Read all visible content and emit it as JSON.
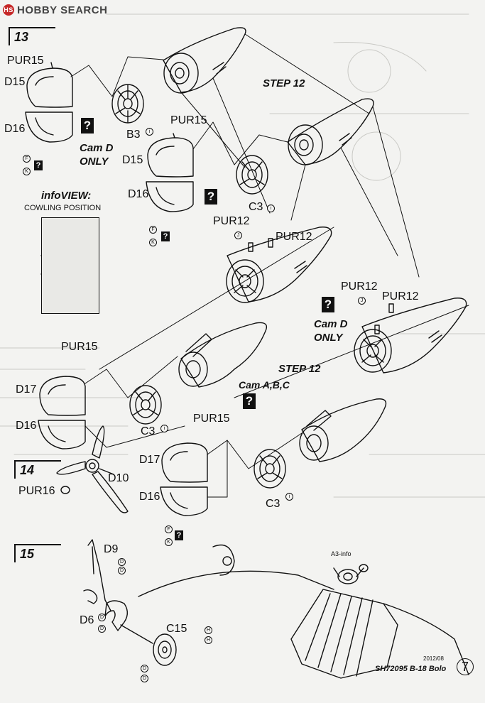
{
  "header": {
    "logo_text": "HOBBY SEARCH",
    "logo_mark": "HS"
  },
  "steps": [
    {
      "number": "13"
    },
    {
      "number": "14"
    },
    {
      "number": "15"
    }
  ],
  "step_refs": {
    "step12_upper": "STEP 12",
    "step12_lower": "STEP 12"
  },
  "notes": {
    "cam_d_only_1": "Cam D\nONLY",
    "cam_d_only_2": "Cam D\nONLY",
    "cam_abc": "Cam A,B,C",
    "info_view_title": "infoVIEW:",
    "info_view_subtitle": "COWLING POSITION",
    "a3_info": "A3-info"
  },
  "parts": {
    "pur15_a": "PUR15",
    "d15_a": "D15",
    "d16_a": "D16",
    "b3": "B3",
    "pur15_b": "PUR15",
    "d15_b": "D15",
    "d16_b": "D16",
    "c3_a": "C3",
    "pur12_a": "PUR12",
    "pur12_b": "PUR12",
    "pur12_c": "PUR12",
    "pur12_d": "PUR12",
    "pur15_c": "PUR15",
    "d17_a": "D17",
    "d16_c": "D16",
    "c3_b": "C3",
    "pur15_d": "PUR15",
    "d17_b": "D17",
    "d16_d": "D16",
    "c3_c": "C3",
    "pur16": "PUR16",
    "d10": "D10",
    "d9": "D9",
    "d6": "D6",
    "c15": "C15"
  },
  "glue_markers": {
    "i": "i",
    "f": "F",
    "k": "K",
    "j": "J",
    "h": "H",
    "d": "D"
  },
  "question_mark": "?",
  "footer": {
    "date": "2012/08",
    "kit": "SH72095 B-18 Bolo",
    "page_number": "7"
  }
}
